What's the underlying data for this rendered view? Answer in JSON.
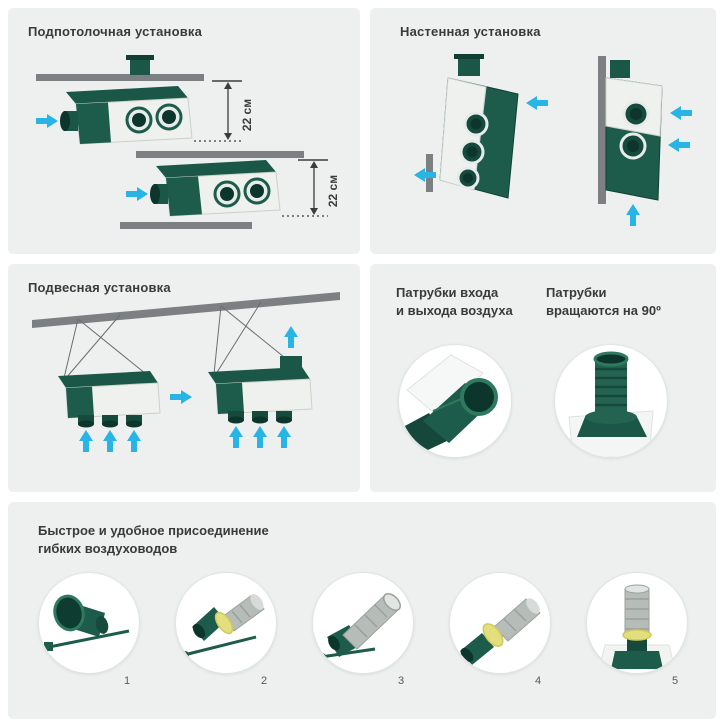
{
  "panels": {
    "ceiling": {
      "title": "Подпотолочная установка",
      "dimension_top": "22 см",
      "dimension_bottom": "22 см"
    },
    "wall": {
      "title": "Настенная установка"
    },
    "suspended": {
      "title": "Подвесная установка"
    },
    "pipes": {
      "inlet_title_line1": "Патрубки входа",
      "inlet_title_line2": "и выхода воздуха",
      "rotate_title_line1": "Патрубки",
      "rotate_title_line2": "вращаются на 90º"
    },
    "connection": {
      "title_line1": "Быстрое и удобное присоединение",
      "title_line2": "гибких воздуховодов",
      "steps": [
        {
          "number": "1"
        },
        {
          "number": "2"
        },
        {
          "number": "3"
        },
        {
          "number": "4"
        },
        {
          "number": "5"
        }
      ]
    }
  },
  "colors": {
    "panel_bg": "#edf0ef",
    "arrow_blue": "#29b4e6",
    "unit_green_dark": "#1a5746",
    "unit_green_body": "#1d5c4b",
    "port_dark": "#0c352b",
    "bar_gray": "#7d8082",
    "ring_yellow": "#e3df7d",
    "duct_gray": "#b6bcb8",
    "text_dark": "#3a3a39"
  }
}
